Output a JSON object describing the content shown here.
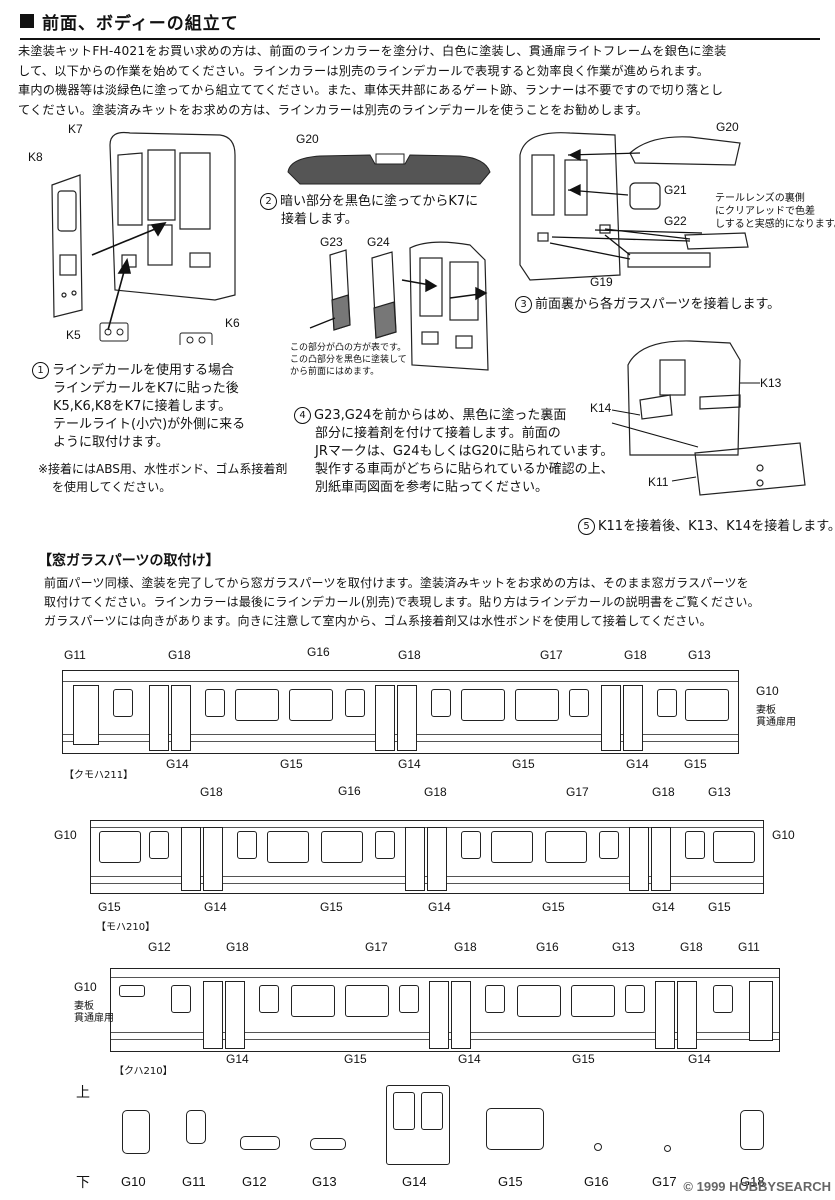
{
  "section1": {
    "title": "前面、ボディーの組立て",
    "paragraph_lines": [
      "未塗装キットFH-4021をお買い求めの方は、前面のラインカラーを塗分け、白色に塗装し、貫通扉ライトフレームを銀色に塗装",
      "して、以下からの作業を始めてください。ラインカラーは別売のラインデカールで表現すると効率良く作業が進められます。",
      "車内の機器等は淡緑色に塗ってから組立ててください。また、車体天井部にあるゲート跡、ランナーは不要ですので切り落とし",
      "てください。塗装済みキットをお求めの方は、ラインカラーは別売のラインデカールを使うことをお勧めします。"
    ]
  },
  "diagram1": {
    "labels": {
      "k7": "K7",
      "k8": "K8",
      "k5": "K5",
      "k6": "K6"
    },
    "step_num": "1",
    "step_lines": [
      "ラインデカールを使用する場合",
      "ラインデカールをK7に貼った後",
      "K5,K6,K8をK7に接着します。",
      "テールライト(小穴)が外側に来る",
      "ように取付けます。"
    ],
    "note_lines": [
      "※接着にはABS用、水性ボンド、ゴム系接着剤",
      "を使用してください。"
    ]
  },
  "diagram2": {
    "labels": {
      "g20": "G20"
    },
    "step_num": "2",
    "step_lines": [
      "暗い部分を黒色に塗ってからK7に",
      "接着します。"
    ]
  },
  "diagram3": {
    "labels": {
      "g20": "G20",
      "g21": "G21",
      "g22": "G22",
      "g19": "G19"
    },
    "note_lines": [
      "テールレンズの裏側",
      "にクリアレッドで色差",
      "しすると実感的になります。"
    ],
    "step_num": "3",
    "step_text": "前面裏から各ガラスパーツを接着します。"
  },
  "diagram4": {
    "labels": {
      "g23": "G23",
      "g24": "G24"
    },
    "note_lines": [
      "この部分が凸の方が表です。",
      "この凸部分を黒色に塗装して",
      "から前面にはめます。"
    ],
    "step_num": "4",
    "step_lines": [
      "G23,G24を前からはめ、黒色に塗った裏面",
      "部分に接着剤を付けて接着します。前面の",
      "JRマークは、G24もしくはG20に貼られています。",
      "製作する車両がどちらに貼られているか確認の上、",
      "別紙車両図面を参考に貼ってください。"
    ]
  },
  "diagram5": {
    "labels": {
      "k13": "K13",
      "k14": "K14",
      "k11": "K11"
    },
    "step_num": "5",
    "step_text": "K11を接着後、K13、K14を接着します。"
  },
  "section2": {
    "title": "【窓ガラスパーツの取付け】",
    "paragraph_lines": [
      "前面パーツ同様、塗装を完了してから窓ガラスパーツを取付けます。塗装済みキットをお求めの方は、そのまま窓ガラスパーツを",
      "取付けてください。ラインカラーは最後にラインデカール(別売)で表現します。貼り方はラインデカールの説明書をご覧ください。",
      "ガラスパーツには向きがあります。向きに注意して室内から、ゴム系接着剤又は水性ボンドを使用して接着してください。"
    ]
  },
  "car1": {
    "name": "【クモハ211】",
    "top_labels": [
      "G11",
      "G18",
      "G16",
      "G18",
      "G17",
      "G18",
      "G13"
    ],
    "bottom_labels": [
      "G14",
      "G15",
      "G14",
      "G15",
      "G14",
      "G15"
    ],
    "side_label": "G10",
    "side_sub": [
      "妻板",
      "貫通扉用"
    ]
  },
  "car2": {
    "name": "【モハ210】",
    "top_labels": [
      "G18",
      "G16",
      "G18",
      "G17",
      "G18",
      "G13"
    ],
    "bottom_labels": [
      "G15",
      "G14",
      "G15",
      "G14",
      "G15",
      "G14",
      "G15"
    ],
    "left_label": "G10",
    "right_label": "G10"
  },
  "car3": {
    "name": "【クハ210】",
    "top_labels": [
      "G12",
      "G18",
      "G17",
      "G18",
      "G16",
      "G13",
      "G18",
      "G11"
    ],
    "bottom_labels": [
      "G14",
      "G15",
      "G14",
      "G15",
      "G14"
    ],
    "side_label": "G10",
    "side_sub": [
      "妻板",
      "貫通扉用"
    ]
  },
  "parts": {
    "top_mark": "上",
    "bottom_mark": "下",
    "names": [
      "G10",
      "G11",
      "G12",
      "G13",
      "G14",
      "G15",
      "G16",
      "G17",
      "G18"
    ]
  },
  "watermark": "© 1999 HOBBYSEARCH"
}
